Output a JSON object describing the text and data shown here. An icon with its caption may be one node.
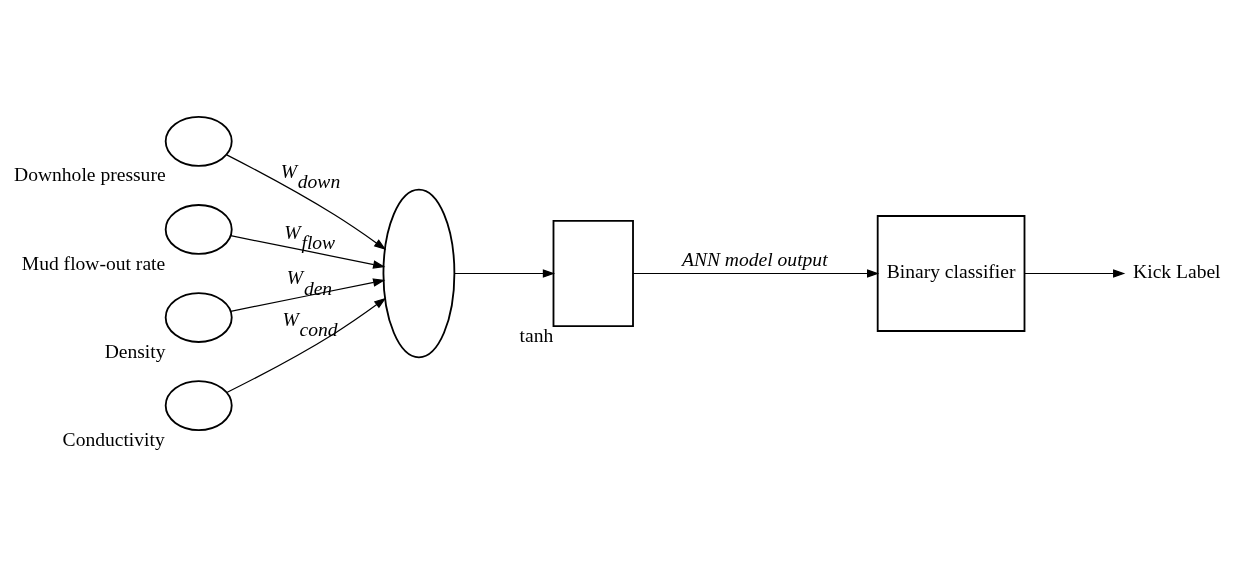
{
  "diagram": {
    "nodes": [
      {
        "text": [],
        "shape": "circle",
        "beside": [
          "Downhole pressure"
        ]
      },
      {
        "text": [],
        "shape": "circle",
        "beside": [
          "Mud flow-out rate"
        ]
      },
      {
        "text": [],
        "shape": "circle",
        "beside": [
          "Density"
        ]
      },
      {
        "text": [],
        "shape": "circle",
        "beside": [
          "Conductivity"
        ]
      },
      {
        "text": [],
        "shape": "ellipse"
      },
      {
        "text": [],
        "shape": "box",
        "beside": [
          "tanh"
        ]
      },
      {
        "text": [
          "Binary classifier"
        ]
      },
      {
        "text": [
          "Kick Label"
        ]
      }
    ],
    "edges": [
      {
        "from": 0,
        "to": 4,
        "arrow": "to",
        "label": "W$_{down}$"
      },
      {
        "from": 1,
        "to": 4,
        "arrow": "to",
        "label": "W$_{flow}$"
      },
      {
        "from": 2,
        "to": 4,
        "arrow": "to",
        "label": "W$_{den}$"
      },
      {
        "from": 3,
        "to": 4,
        "arrow": "to",
        "label": "W$_{cond}$"
      },
      {
        "from": 4,
        "to": 5,
        "arrow": "to"
      },
      {
        "from": 5,
        "to": 6,
        "arrow": "to",
        "label": "ANN model output"
      },
      {
        "from": 6,
        "to": 7,
        "arrow": "to"
      }
    ]
  }
}
